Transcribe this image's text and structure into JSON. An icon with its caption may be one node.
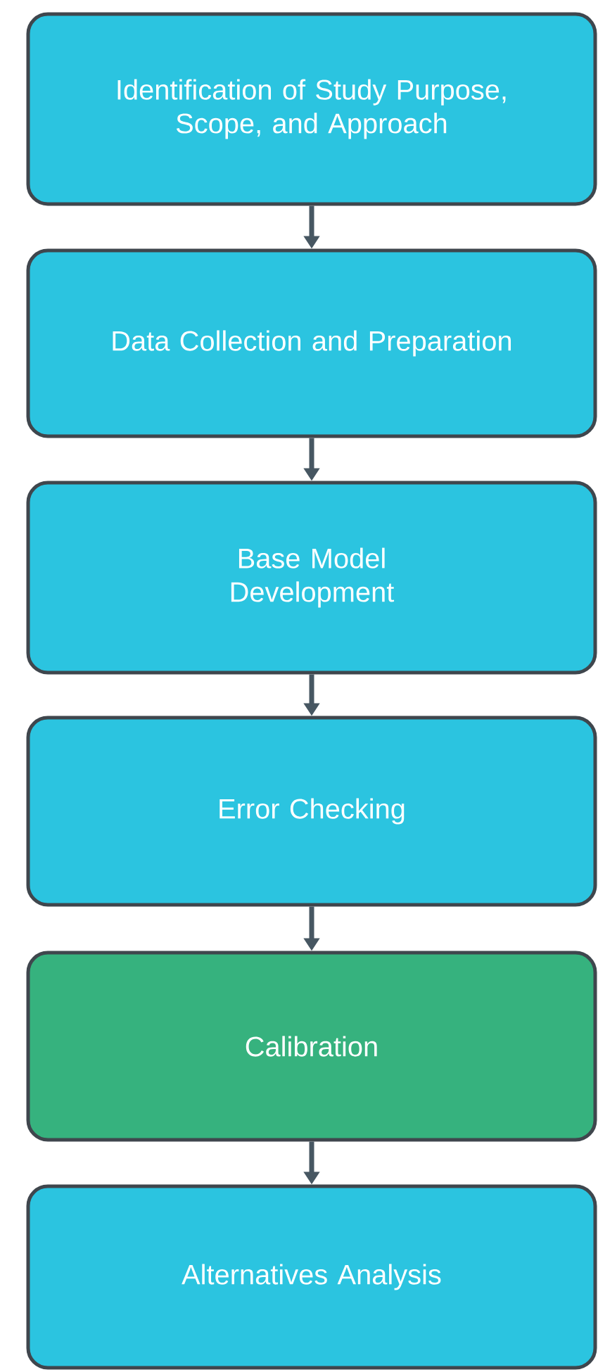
{
  "diagram": {
    "nodes": [
      {
        "text": [
          "Identification of Study Purpose, Scope, and Approach"
        ]
      },
      {
        "text": [
          "Data Collection and Preparation"
        ]
      },
      {
        "text": [
          "Base Model Development"
        ]
      },
      {
        "text": [
          "Error Checking"
        ]
      },
      {
        "text": [
          "Calibration"
        ]
      },
      {
        "text": [
          "Alternatives Analysis"
        ]
      }
    ],
    "edges": [
      {
        "from": 0,
        "to": 1,
        "arrow": "to"
      },
      {
        "from": 1,
        "to": 2,
        "arrow": "to"
      },
      {
        "from": 2,
        "to": 3,
        "arrow": "to"
      },
      {
        "from": 3,
        "to": 4,
        "arrow": "to"
      },
      {
        "from": 4,
        "to": 5,
        "arrow": "to"
      }
    ]
  }
}
